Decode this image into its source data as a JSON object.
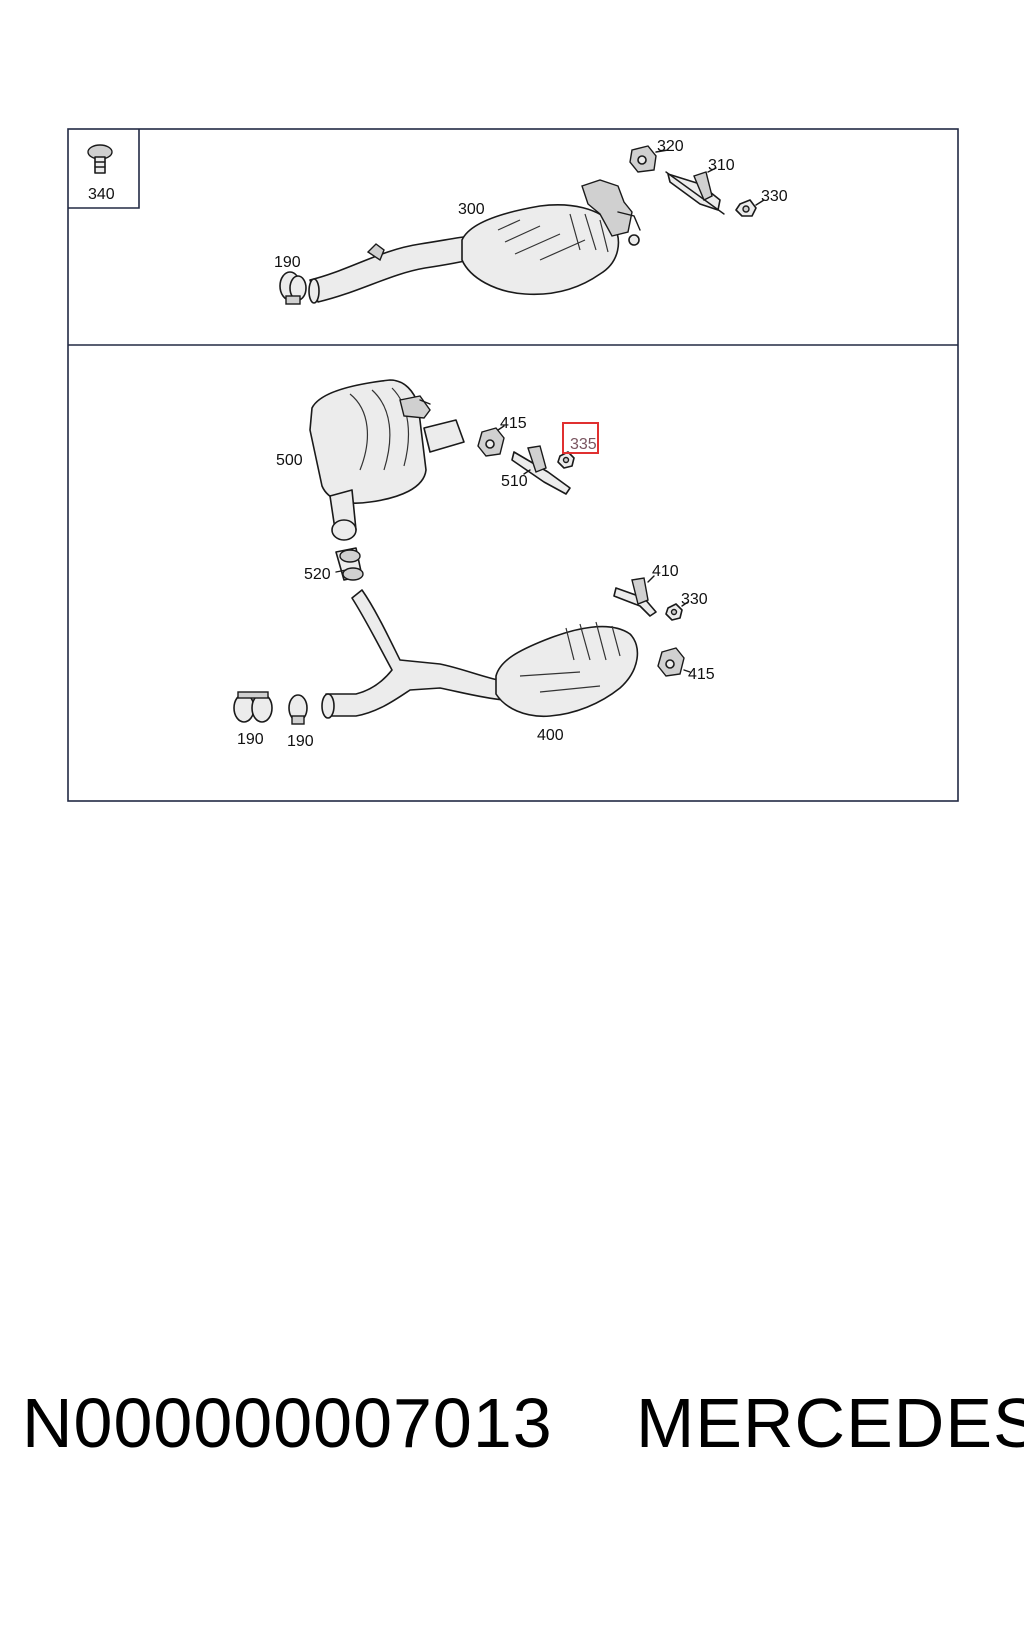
{
  "diagram": {
    "highlight_color": "#e03030",
    "inset_label": "340",
    "upper_labels": {
      "l320": "320",
      "l310": "310",
      "l330": "330",
      "l300": "300",
      "l190": "190"
    },
    "lower_labels": {
      "l415a": "415",
      "l335": "335",
      "l500": "500",
      "l510": "510",
      "l520": "520",
      "l410": "410",
      "l330b": "330",
      "l415b": "415",
      "l190a": "190",
      "l190b": "190",
      "l400": "400"
    }
  },
  "caption": {
    "part_number": "N000000007013",
    "make": "MERCEDES"
  }
}
